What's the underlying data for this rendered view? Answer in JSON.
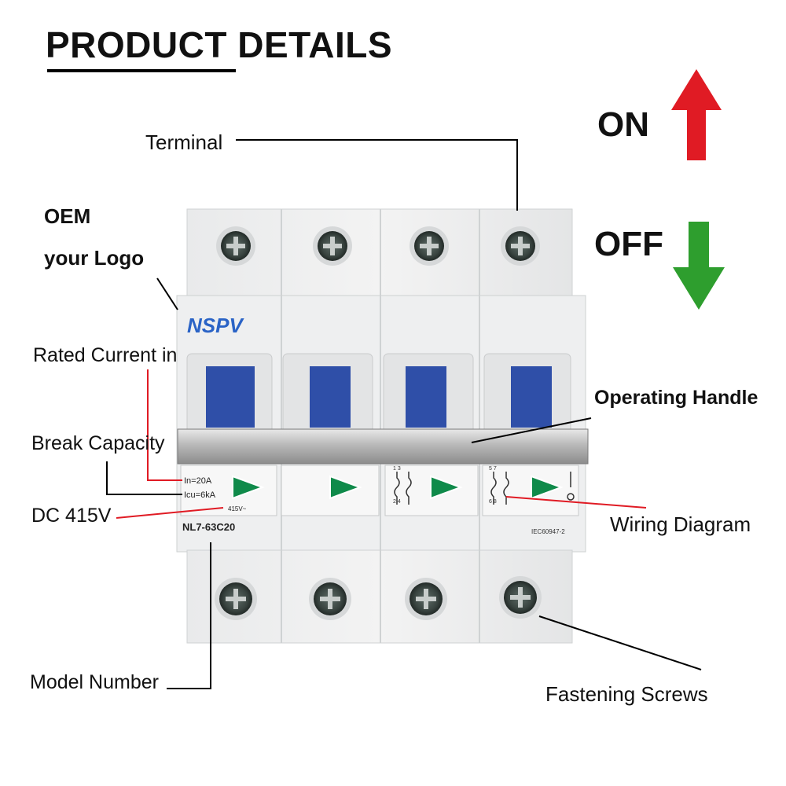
{
  "title": "PRODUCT DETAILS",
  "labels": {
    "terminal": "Terminal",
    "oem_line1": "OEM",
    "oem_line2": "your Logo",
    "rated_current": "Rated Current in",
    "break_capacity": "Break Capacity",
    "dc": "DC 415V",
    "model_number": "Model Number",
    "operating_handle": "Operating Handle",
    "wiring_diagram": "Wiring Diagram",
    "fastening_screws": "Fastening Screws"
  },
  "states": {
    "on": "ON",
    "off": "OFF"
  },
  "device": {
    "brand": "NSPV",
    "rating_in": "In=20A",
    "rating_icu": "Icu=6kA",
    "voltage": "415V~",
    "model": "NL7-63C20",
    "standard": "IEC60947-2",
    "terminal_numbers_pole3_top": "1 3",
    "terminal_numbers_pole3_bottom": "2 4",
    "terminal_numbers_pole4_top": "5 7",
    "terminal_numbers_pole4_bottom": "6 8"
  },
  "colors": {
    "on_arrow": "#e01b24",
    "off_arrow": "#2e9e2e",
    "handle_blue": "#2f4fa8",
    "indicator_green": "#0f8a4a",
    "brand_blue": "#2a63c6",
    "leader_red": "#e01b24"
  }
}
